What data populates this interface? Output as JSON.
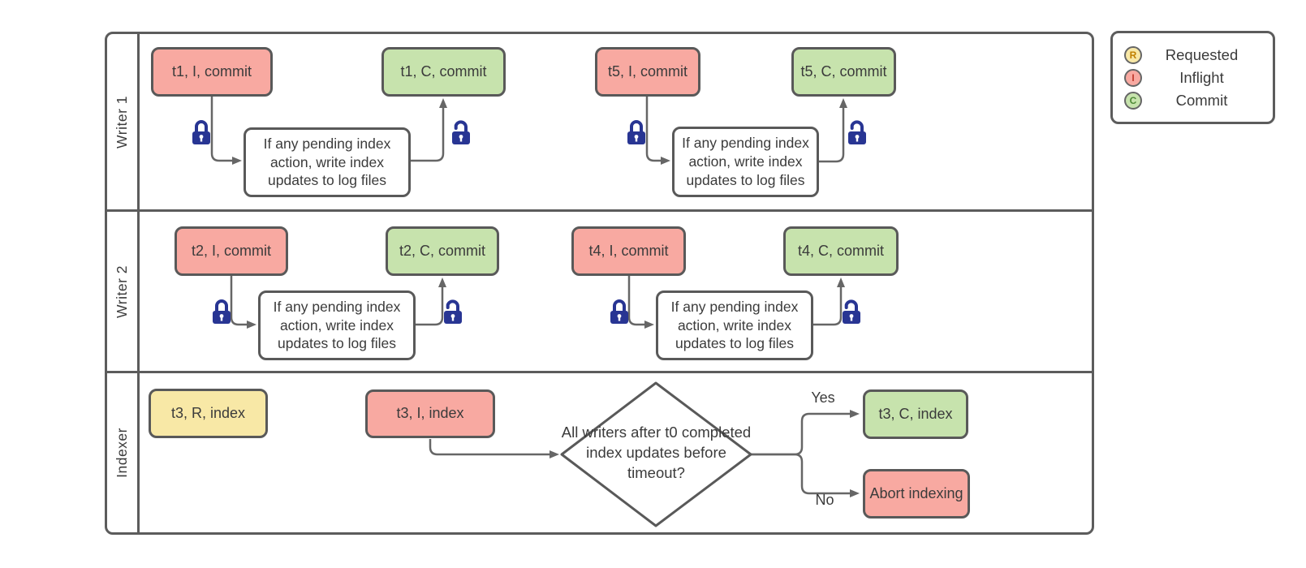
{
  "lanes": [
    {
      "label": "Writer 1"
    },
    {
      "label": "Writer 2"
    },
    {
      "label": "Indexer"
    }
  ],
  "note_text": "If any pending index action, write index updates to log files",
  "writer1": {
    "t1_inflight": "t1, I, commit",
    "t1_commit": "t1, C, commit",
    "t5_inflight": "t5, I, commit",
    "t5_commit": "t5, C, commit"
  },
  "writer2": {
    "t2_inflight": "t2, I, commit",
    "t2_commit": "t2, C, commit",
    "t4_inflight": "t4, I, commit",
    "t4_commit": "t4, C, commit"
  },
  "indexer": {
    "requested": "t3, R, index",
    "inflight": "t3, I, index",
    "decision": "All writers after t0 completed index updates before timeout?",
    "yes_label": "Yes",
    "no_label": "No",
    "commit": "t3, C, index",
    "abort": "Abort indexing"
  },
  "legend": {
    "items": [
      {
        "letter": "R",
        "label": "Requested"
      },
      {
        "letter": "I",
        "label": "Inflight"
      },
      {
        "letter": "C",
        "label": "Commit"
      }
    ]
  },
  "colors": {
    "inflight_fill": "#f8a9a1",
    "commit_fill": "#c7e3ad",
    "requested_fill": "#f8e8a6",
    "shape_border": "#595959",
    "lane_border": "#5c5c5c",
    "arrow": "#666666",
    "lock": "#283593",
    "text": "#3b3b3b"
  }
}
